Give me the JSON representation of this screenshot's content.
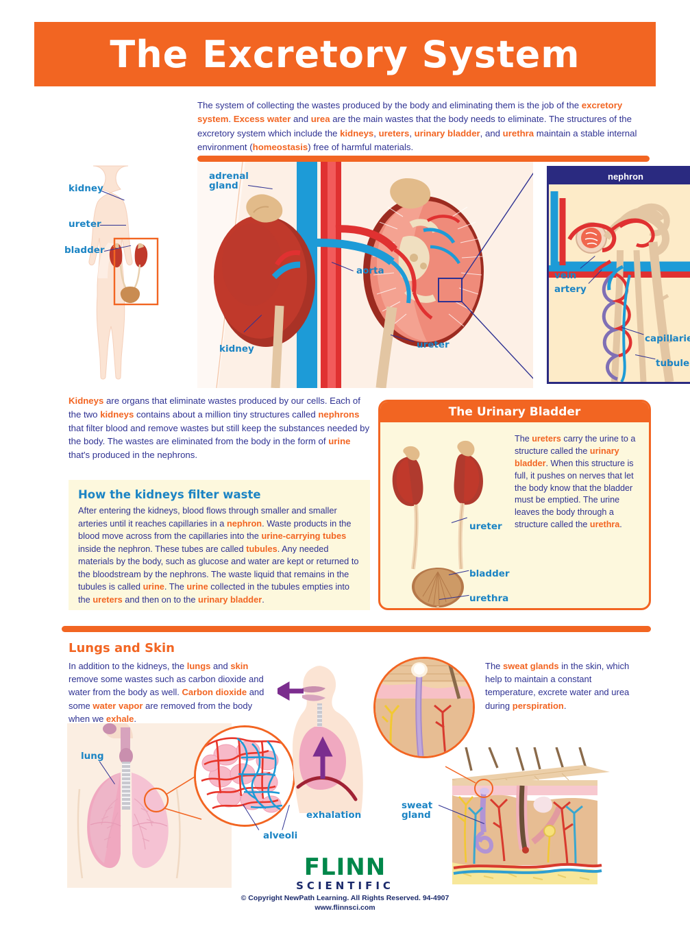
{
  "title": "The Excretory System",
  "intro": {
    "line1_a": "The system of collecting the wastes produced by the body and eliminating them is the job of the ",
    "t_excretory_system": "excretory system",
    "line1_b": ". ",
    "t_excess_water": "Excess water",
    "line1_c": " and ",
    "t_urea": "urea",
    "line1_d": " are the main wastes that the body needs to eliminate. The structures of the excretory system which include the ",
    "t_kidneys": "kidneys",
    "sep1": ", ",
    "t_ureters": "ureters",
    "sep2": ", ",
    "t_urinary_bladder": "urinary bladder",
    "line1_e": ", and ",
    "t_urethra": "urethra",
    "line1_f": " maintain a stable internal environment (",
    "t_homeostasis": "homeostasis",
    "line1_g": ") free of harmful materials."
  },
  "body_diagram": {
    "labels": {
      "kidney": "kidney",
      "ureter": "ureter",
      "bladder": "bladder"
    }
  },
  "kidney_diagram": {
    "labels": {
      "adrenal_gland_line1": "adrenal",
      "adrenal_gland_line2": "gland",
      "aorta": "aorta",
      "kidney": "kidney",
      "ureter": "ureter"
    }
  },
  "nephron_panel": {
    "header": "nephron",
    "labels": {
      "vein": "vein",
      "artery": "artery",
      "capillaries": "capillaries",
      "tubule": "tubule"
    }
  },
  "kidneys_text": {
    "t_kidneys": "Kidneys",
    "a": " are organs that eliminate wastes produced by our cells.  Each of the two ",
    "t_kidneys2": "kidneys",
    "b": " contains about a million tiny structures called ",
    "t_nephrons": "nephrons",
    "c": " that filter blood and remove wastes but still keep the substances needed by the body. The wastes are eliminated from the body in the form of ",
    "t_urine": "urine",
    "d": " that's produced in the nephrons."
  },
  "filter_box": {
    "heading": "How the kidneys filter waste",
    "a": "After entering the kidneys, blood flows through smaller and smaller arteries until it reaches capillaries in a ",
    "t_nephron": "nephron",
    "b": ". Waste products in the blood move across from the capillaries into the ",
    "t_urine_tubes": "urine-carrying tubes",
    "c": " inside the nephron. These tubes are called ",
    "t_tubules": "tubules",
    "d": ".  Any needed materials by the body, such as glucose and water are kept or returned to the bloodstream by the nephrons. The waste liquid that remains in the tubules is called ",
    "t_urine": "urine",
    "e": ". The ",
    "t_urine2": "urine",
    "f": " collected in the tubules empties into the ",
    "t_ureters": "ureters",
    "g": " and then on to the ",
    "t_urinary_bladder": "urinary bladder",
    "h": "."
  },
  "bladder_panel": {
    "header": "The Urinary Bladder",
    "text": {
      "a": "The ",
      "t_ureters": "ureters",
      "b": " carry the urine to a structure called the ",
      "t_urinary_bladder": "urinary bladder",
      "c": ". When this structure is full, it pushes on nerves that let the body know that the bladder must be emptied. The urine leaves the body through a structure called the ",
      "t_urethra": "urethra",
      "d": "."
    },
    "labels": {
      "ureter": "ureter",
      "bladder": "bladder",
      "urethra": "urethra"
    }
  },
  "lungs_section": {
    "heading": "Lungs and Skin",
    "text": {
      "a": "In addition to the kidneys, the ",
      "t_lungs": "lungs",
      "b": " and ",
      "t_skin": "skin",
      "c": " remove some wastes such as carbon dioxide and water from the body as well. ",
      "t_carbon_dioxide": "Carbon dioxide",
      "d": " and some ",
      "t_water_vapor": "water vapor",
      "e": " are removed from the body when we ",
      "t_exhale": "exhale",
      "f": "."
    },
    "labels": {
      "lung": "lung",
      "alveoli": "alveoli",
      "exhalation": "exhalation"
    }
  },
  "skin_section": {
    "text": {
      "a": "The ",
      "t_sweat_glands": "sweat glands",
      "b": " in the skin, which help to maintain a constant temperature, excrete water and urea during ",
      "t_perspiration": "perspiration",
      "c": "."
    },
    "labels": {
      "sweat_gland_line1": "sweat",
      "sweat_gland_line2": "gland"
    }
  },
  "footer": {
    "brand": "FLINN",
    "brand_sub": "SCIENTIFIC",
    "copyright": "© Copyright NewPath Learning. All Rights Reserved. 94-4907",
    "website": "www.flinnsci.com"
  },
  "colors": {
    "orange": "#f26522",
    "navy": "#2e3192",
    "label_blue": "#1b84c4",
    "nephron_navy": "#2a2a80",
    "cream": "#fdf8dd",
    "green": "#00874a"
  }
}
